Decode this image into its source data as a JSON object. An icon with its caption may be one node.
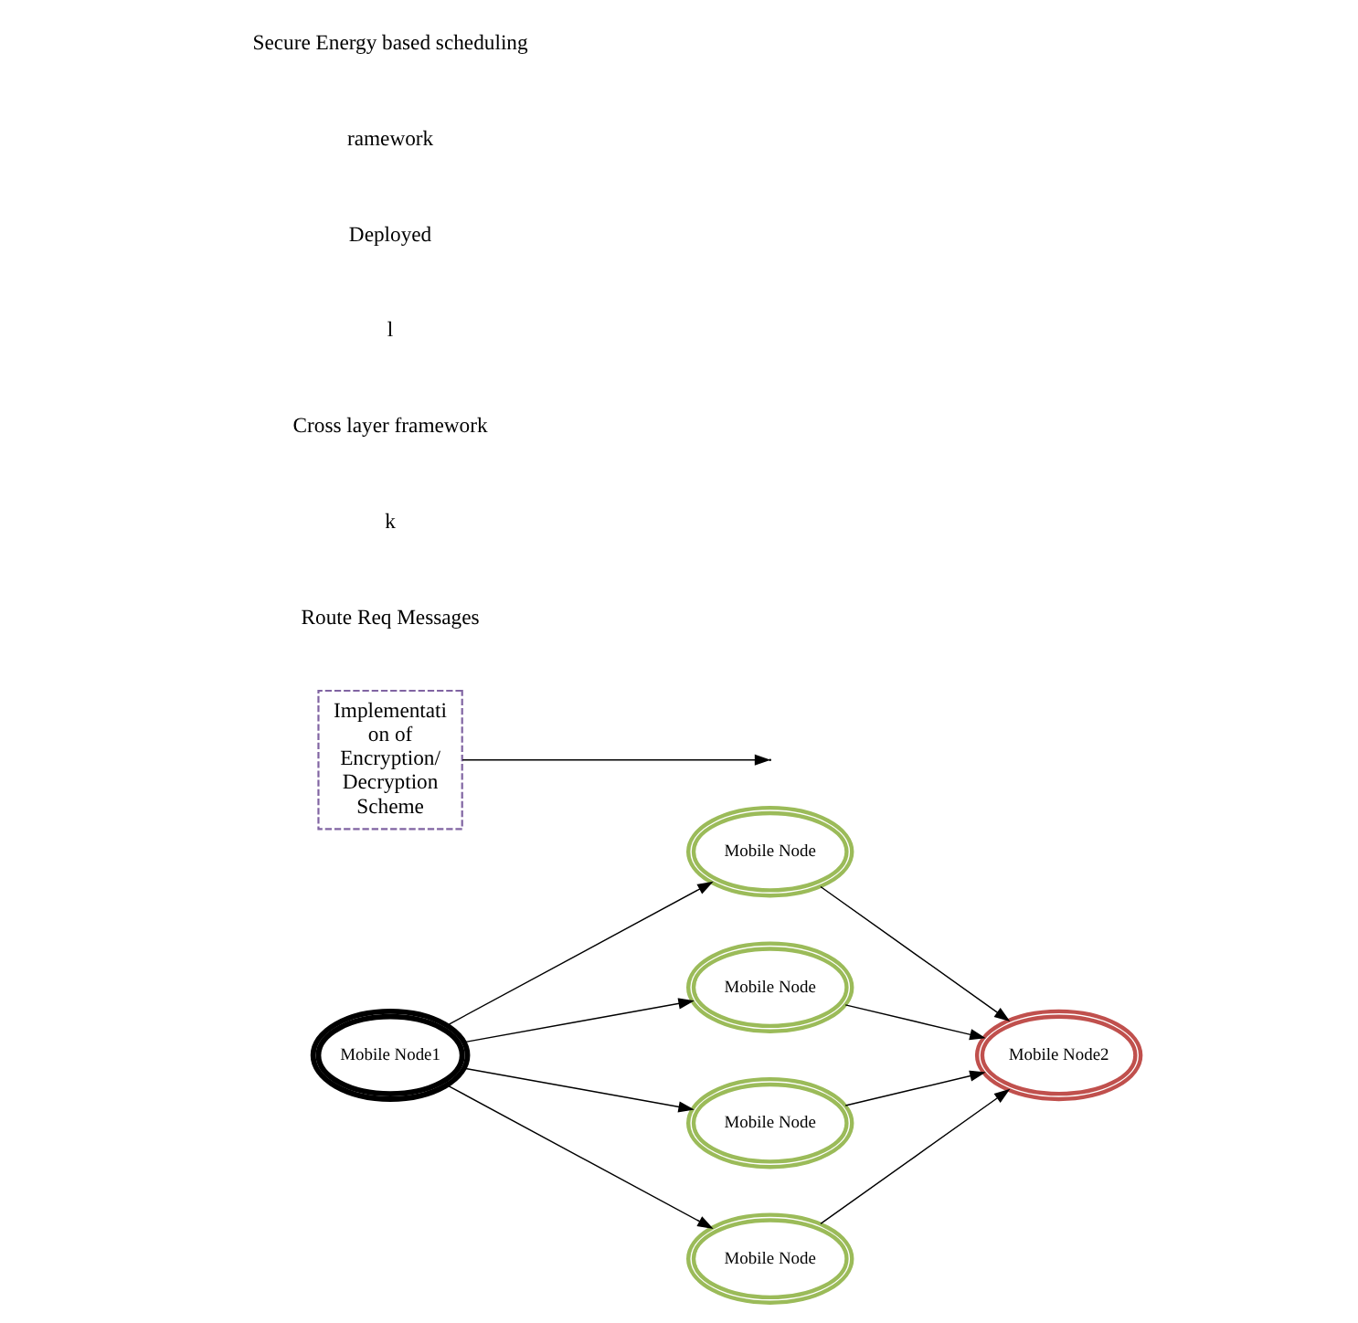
{
  "diagram": {
    "nodes": [
      {
        "text": [
          "Mobile Node"
        ]
      },
      {
        "text": [
          "Mobile Node1"
        ]
      },
      {
        "text": [
          "Mobile Node"
        ]
      },
      {
        "text": [
          "Mobile Node2"
        ]
      },
      {
        "text": [
          "Implementati on of Encryption/ Decryption Scheme"
        ]
      },
      {
        "text": [
          "Mobile Node"
        ]
      },
      {
        "text": [
          "Mobile Node"
        ]
      }
    ],
    "edges": [
      {
        "from": 1,
        "to": 0,
        "arrow": "to"
      },
      {
        "from": 0,
        "to": 3,
        "arrow": "to"
      },
      {
        "from": 1,
        "to": 2,
        "arrow": "to"
      },
      {
        "from": 2,
        "to": 3,
        "arrow": "to"
      },
      {
        "from": 1,
        "to": 5,
        "arrow": "to"
      },
      {
        "from": 1,
        "to": 6,
        "arrow": "to"
      },
      {
        "from": 4,
        "to": null,
        "arrow": "to"
      },
      {
        "from": 5,
        "to": 3,
        "arrow": "to"
      },
      {
        "from": 6,
        "to": 3,
        "arrow": "to"
      }
    ],
    "labels": [
      "Route Req Messages",
      "k",
      "Cross layer framework",
      "l",
      "Deployed",
      "ramework",
      "Secure Energy based scheduling"
    ]
  }
}
